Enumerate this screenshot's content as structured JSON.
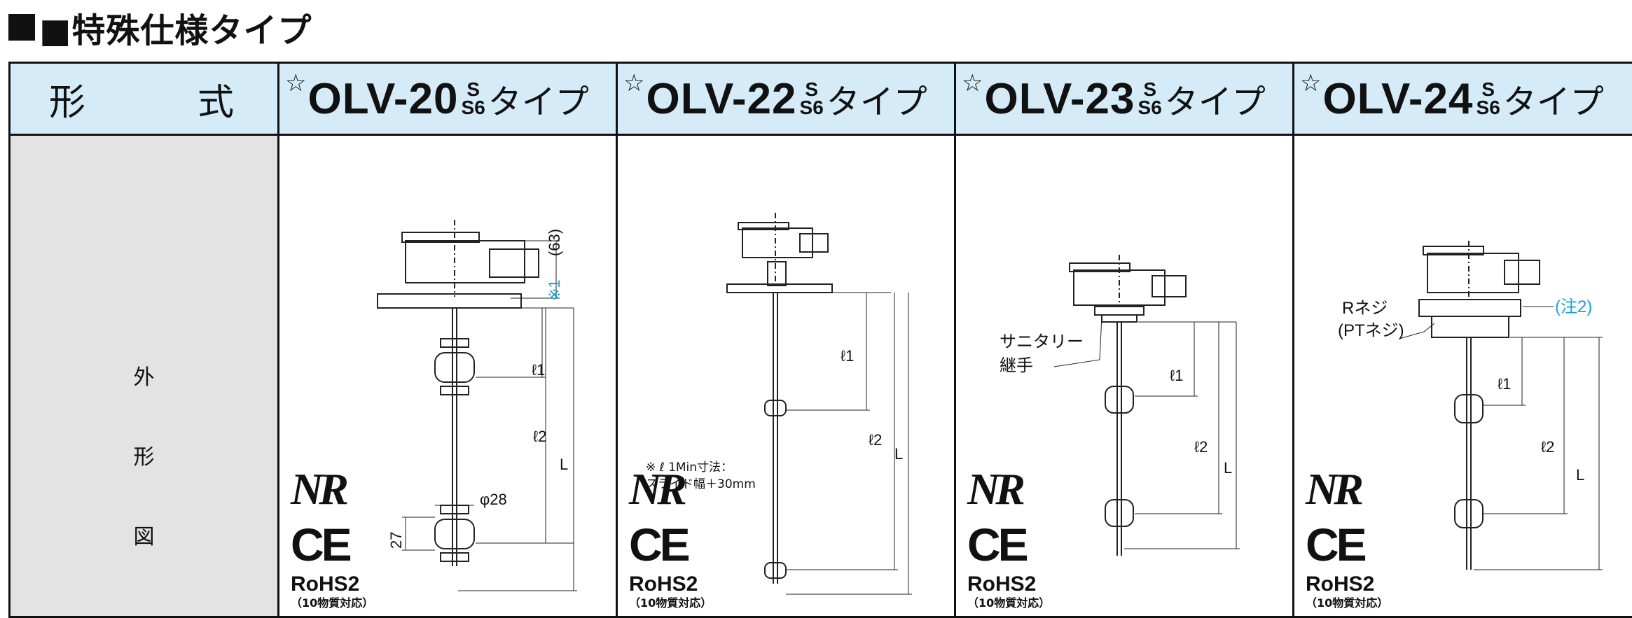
{
  "title": "■特殊仕様タイプ",
  "header": {
    "label_a": "形",
    "label_b": "式"
  },
  "row_label": [
    "外",
    "形",
    "図"
  ],
  "models": [
    {
      "star": "☆",
      "name": "OLV-20",
      "sfx_top": "S",
      "sfx_bottom": "S6",
      "type": "タイプ"
    },
    {
      "star": "☆",
      "name": "OLV-22",
      "sfx_top": "S",
      "sfx_bottom": "S6",
      "type": "タイプ"
    },
    {
      "star": "☆",
      "name": "OLV-23",
      "sfx_top": "S",
      "sfx_bottom": "S6",
      "type": "タイプ"
    },
    {
      "star": "☆",
      "name": "OLV-24",
      "sfx_top": "S",
      "sfx_bottom": "S6",
      "type": "タイプ"
    }
  ],
  "dims": {
    "l1": "ℓ1",
    "l2": "ℓ2",
    "L": "L",
    "note1": "※1",
    "h63": "(63)",
    "phi28": "φ28",
    "d27": "27"
  },
  "labels": {
    "note_line1": "※ ℓ 1Min寸法：",
    "note_line2": "スライド幅＋30mm",
    "sanitary_1": "サニタリー",
    "sanitary_2": "継手",
    "rneji": "Rネジ",
    "ptneji": "(PTネジ)",
    "chu2": "(注2)"
  },
  "marks": {
    "nr": "NR",
    "ce": "CE",
    "rohs": "RoHS2",
    "rohs_note": "（10物質対応）"
  },
  "colors": {
    "header_bg": "#d5ecf8",
    "label_bg": "#e3e3e3",
    "accent": "#1aa0d8"
  }
}
